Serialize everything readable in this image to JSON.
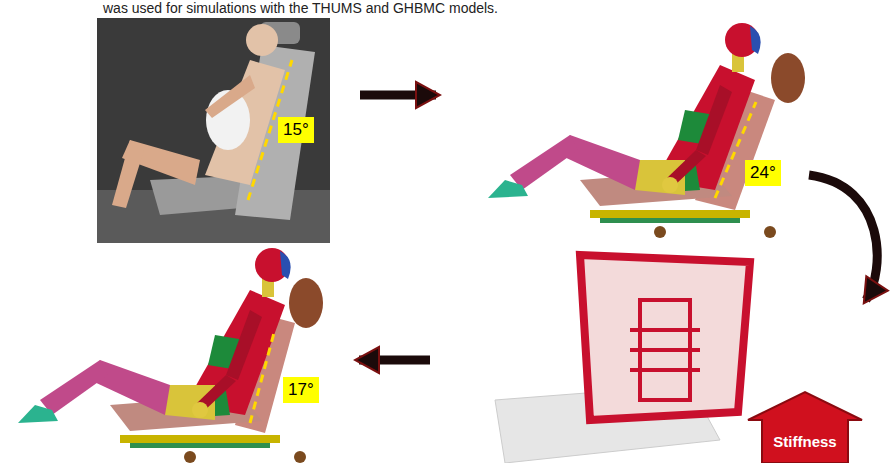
{
  "diagram": {
    "nodes": [
      {
        "text": [
          "15°"
        ]
      },
      {
        "text": [
          "24°"
        ]
      },
      {
        "text": [
          "Stiffness"
        ]
      },
      {
        "text": [
          "17°"
        ]
      }
    ],
    "edges": [
      {
        "from": 0,
        "to": 1,
        "arrow": "to"
      },
      {
        "from": 1,
        "to": 2,
        "arrow": "to"
      },
      {
        "from": 2,
        "to": 3,
        "arrow": "to"
      }
    ],
    "labels": [
      "was used for simulations with the THUMS and GHBMC models."
    ]
  }
}
